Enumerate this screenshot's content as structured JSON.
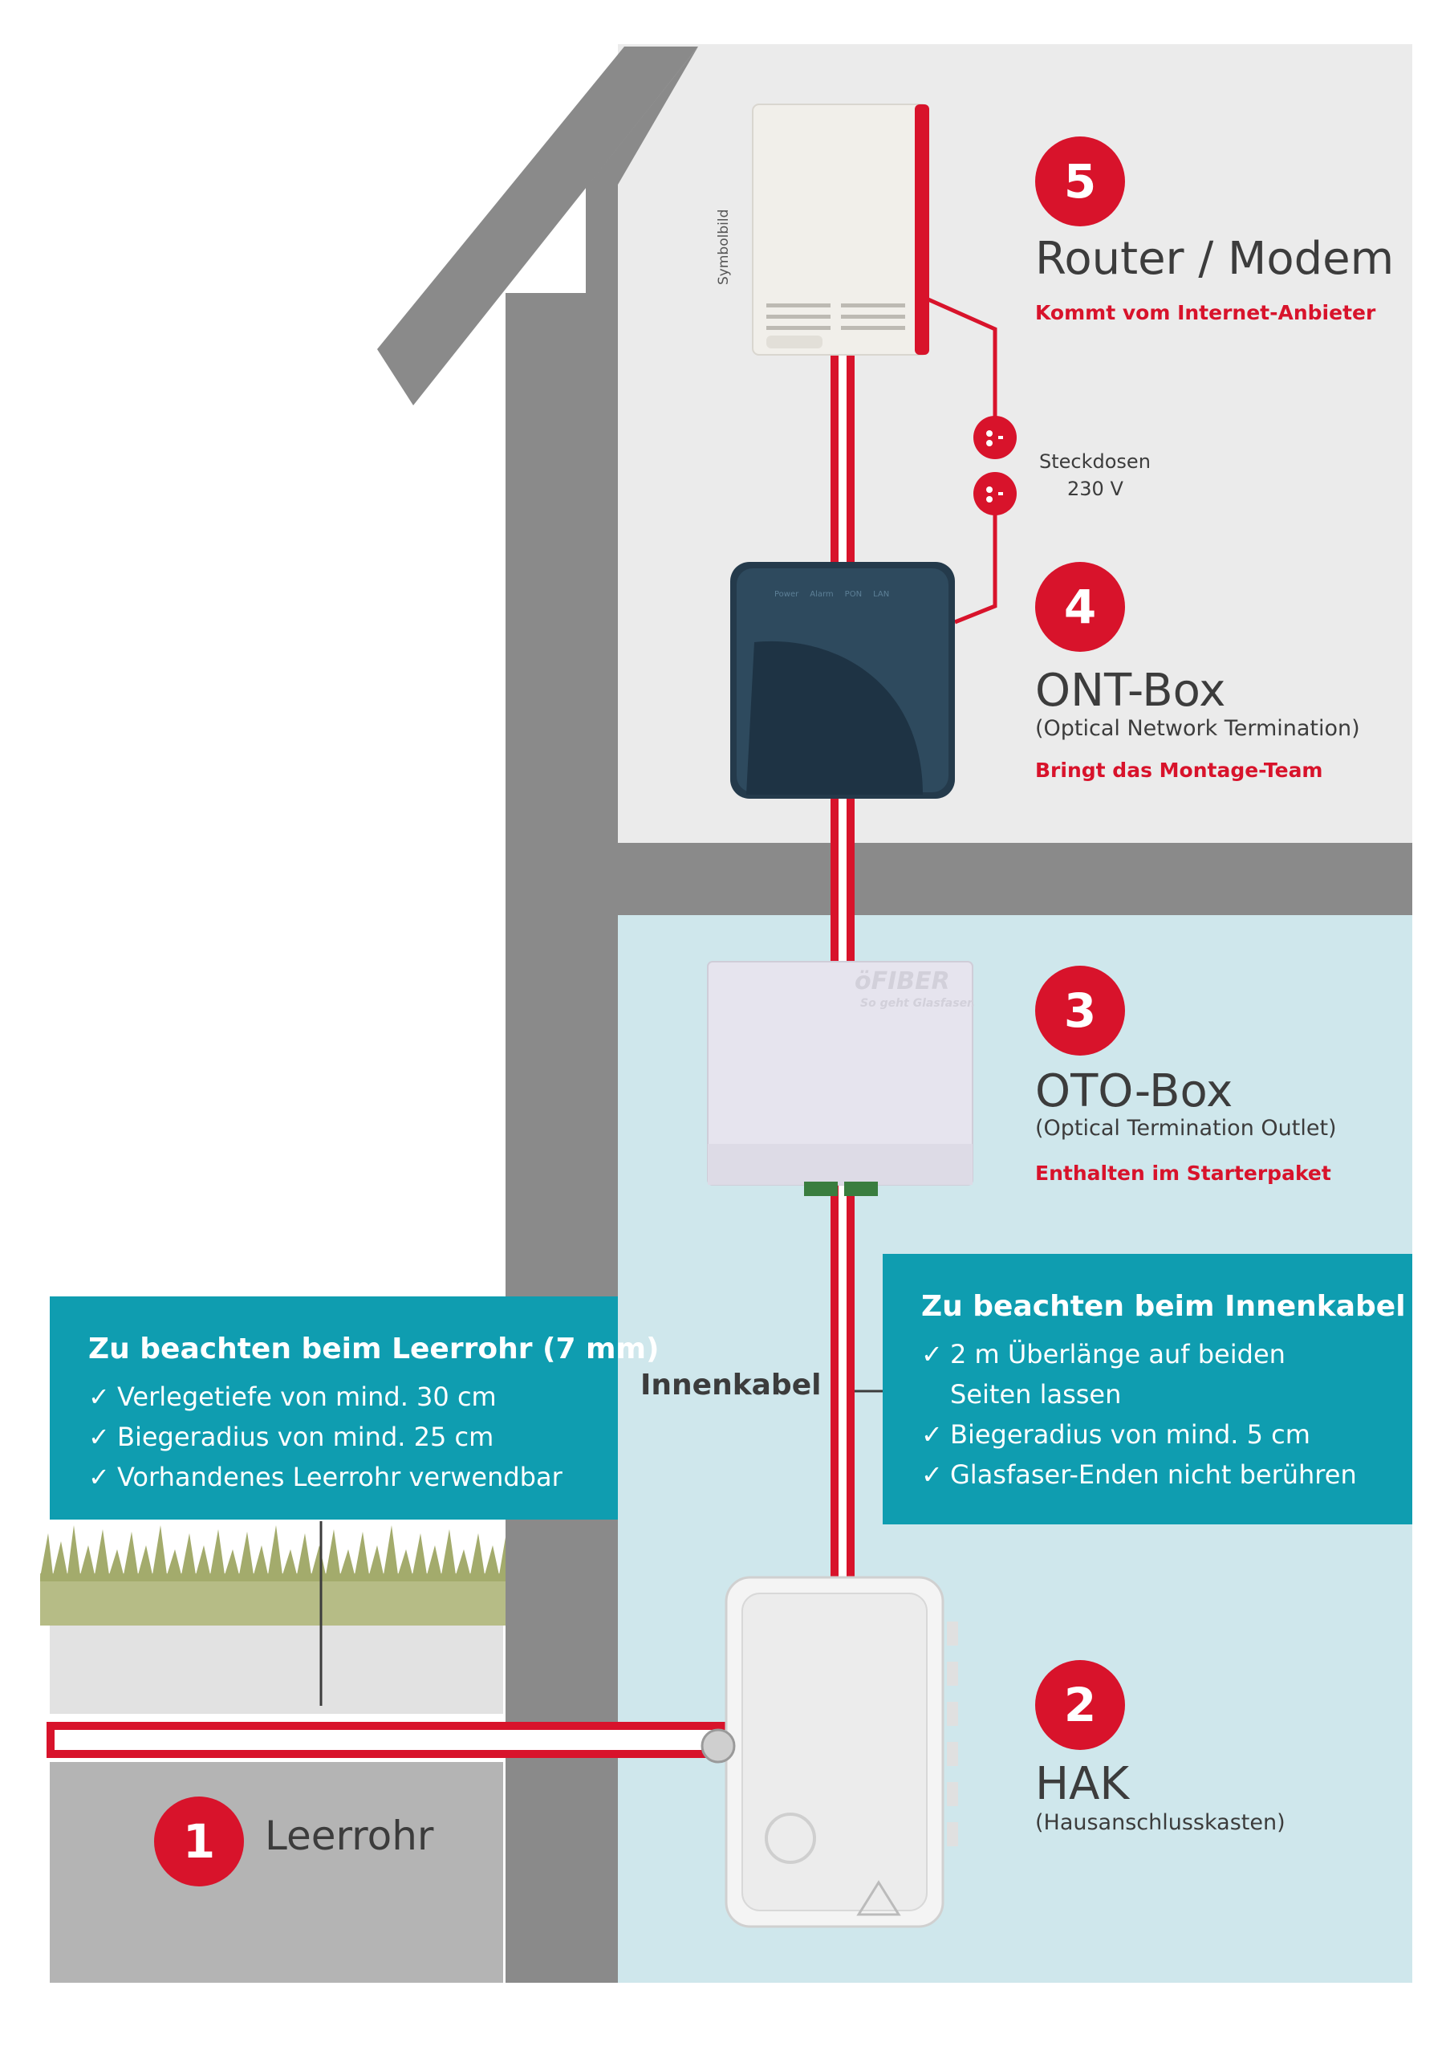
{
  "colors": {
    "brand_red": "#d8132b",
    "teal": "#0f9db0",
    "wall_grey": "#8a8a8a",
    "upper_floor_bg": "#ebebeb",
    "lower_floor_bg": "#cfe7ec",
    "text_dark": "#3c3c3c"
  },
  "steps": [
    {
      "number": "5",
      "title": "Router / Modem",
      "note": "Kommt vom Internet-Anbieter"
    },
    {
      "number": "4",
      "title": "ONT-Box",
      "subtitle": "(Optical Network Termination)",
      "note": "Bringt das Montage-Team"
    },
    {
      "number": "3",
      "title": "OTO-Box",
      "subtitle": "(Optical Termination Outlet)",
      "note": "Enthalten im Starterpaket"
    },
    {
      "number": "2",
      "title": "HAK",
      "subtitle": "(Hausanschlusskasten)"
    },
    {
      "number": "1",
      "title": "Leerrohr"
    }
  ],
  "router": {
    "side_label": "Symbolbild"
  },
  "ont": {
    "leds": [
      "Power",
      "Alarm",
      "PON",
      "LAN"
    ]
  },
  "oto": {
    "brand": "öFIBER",
    "tagline": "So geht Glasfaser."
  },
  "sockets": {
    "label_line1": "Steckdosen",
    "label_line2": "230 V"
  },
  "cable_label": "Innenkabel",
  "leerrohr_box": {
    "heading": "Zu beachten beim Leerrohr (7 mm)",
    "items": [
      [
        "Verlegetiefe von mind. 30 cm"
      ],
      [
        "Biegeradius von mind. 25 cm"
      ],
      [
        "Vorhandenes Leerrohr verwendbar"
      ]
    ]
  },
  "innenkabel_box": {
    "heading": "Zu beachten beim Innenkabel",
    "items": [
      [
        "2 m Überlänge auf beiden",
        "Seiten lassen"
      ],
      [
        "Biegeradius von mind. 5 cm"
      ],
      [
        "Glasfaser-Enden nicht berühren"
      ]
    ]
  },
  "check_glyph": "✓"
}
